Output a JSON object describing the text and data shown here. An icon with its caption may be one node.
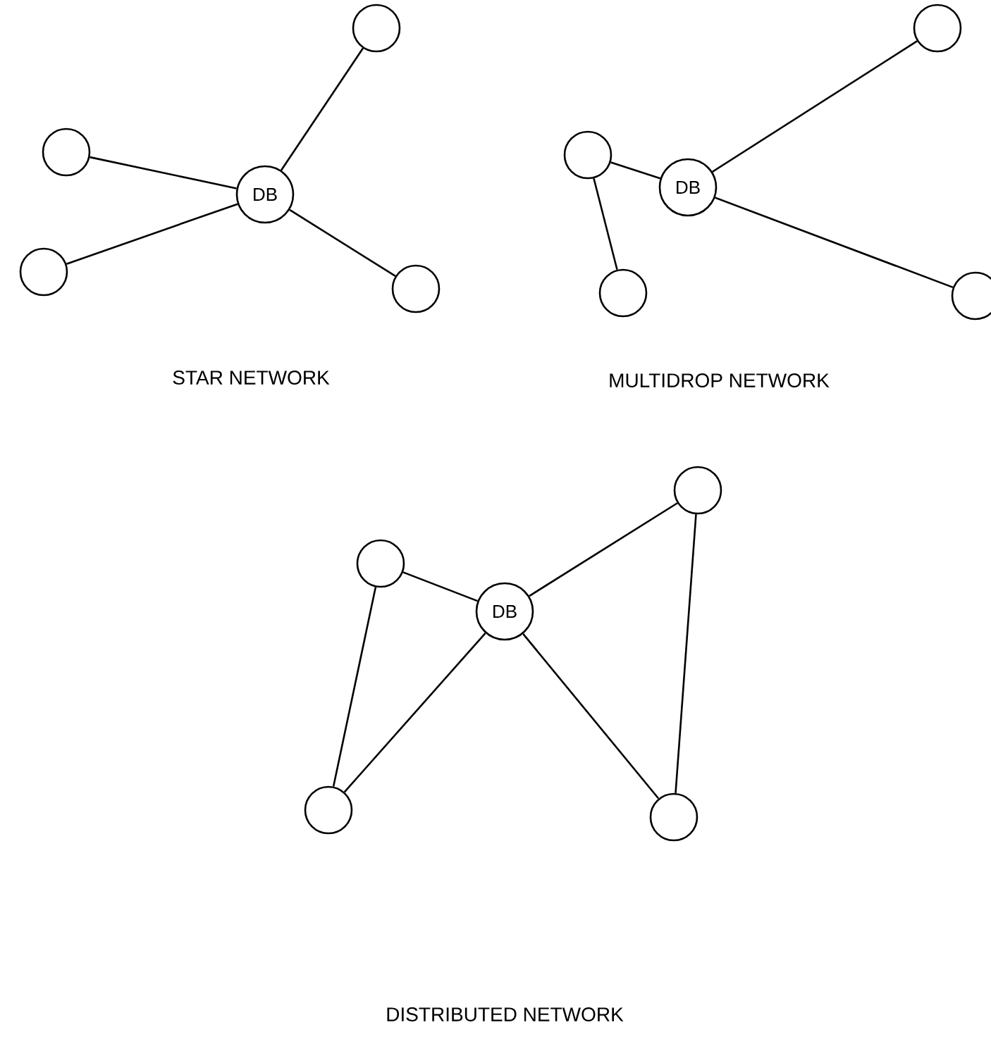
{
  "diagram": {
    "nodes": [
      {
        "text": [
          "DB"
        ]
      },
      {
        "text": [],
        "shape": "circle"
      },
      {
        "text": [],
        "shape": "circle"
      },
      {
        "text": [],
        "shape": "circle"
      },
      {
        "text": [],
        "shape": "circle"
      },
      {
        "text": [
          "DB"
        ]
      },
      {
        "text": [],
        "shape": "circle"
      },
      {
        "text": [],
        "shape": "circle"
      },
      {
        "text": [],
        "shape": "circle"
      },
      {
        "text": [],
        "shape": "circle"
      },
      {
        "text": [
          "DB"
        ]
      },
      {
        "text": [],
        "shape": "circle"
      },
      {
        "text": [],
        "shape": "circle"
      },
      {
        "text": [],
        "shape": "circle"
      },
      {
        "text": [],
        "shape": "circle"
      }
    ],
    "edges": [
      {
        "from": 0,
        "to": 1,
        "arrow": "none"
      },
      {
        "from": 0,
        "to": 2,
        "arrow": "none"
      },
      {
        "from": 0,
        "to": 3,
        "arrow": "none"
      },
      {
        "from": 0,
        "to": 4,
        "arrow": "none"
      },
      {
        "from": 6,
        "to": 5,
        "arrow": "none"
      },
      {
        "from": 5,
        "to": 7,
        "arrow": "none"
      },
      {
        "from": 5,
        "to": 9,
        "arrow": "none"
      },
      {
        "from": 6,
        "to": 8,
        "arrow": "none"
      },
      {
        "from": 11,
        "to": 10,
        "arrow": "none"
      },
      {
        "from": 11,
        "to": 12,
        "arrow": "none"
      },
      {
        "from": 12,
        "to": 10,
        "arrow": "none"
      },
      {
        "from": 10,
        "to": 13,
        "arrow": "none"
      },
      {
        "from": 10,
        "to": 14,
        "arrow": "none"
      },
      {
        "from": 13,
        "to": 14,
        "arrow": "none"
      }
    ],
    "labels": [
      "STAR NETWORK",
      "MULTIDROP NETWORK",
      "DISTRIBUTED NETWORK"
    ]
  }
}
